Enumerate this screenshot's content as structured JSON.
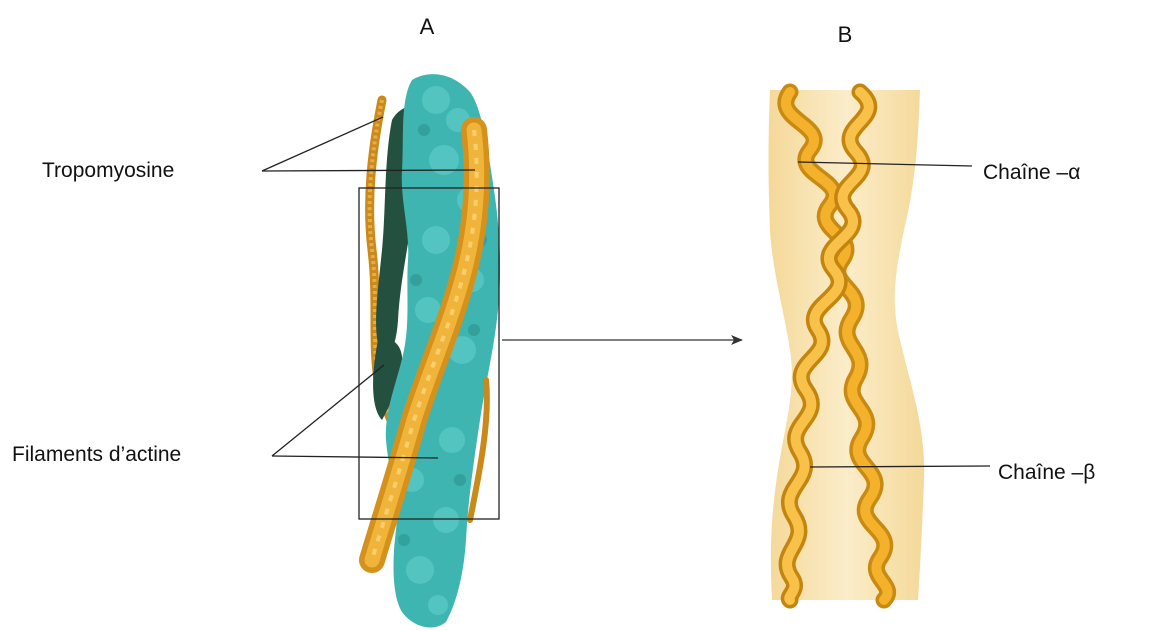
{
  "panels": {
    "a": {
      "letter": "A"
    },
    "b": {
      "letter": "B"
    }
  },
  "labels": {
    "tropomyosin": "Tropomyosine",
    "actin_filaments": "Filaments d’actine",
    "chain_alpha": "Chaîne –α",
    "chain_beta": "Chaîne –β"
  },
  "colors": {
    "actin": "#3fb5b1",
    "actin_dark": "#1f4f3f",
    "tropomyosin": "#e9a92a",
    "tropomyosin_dark": "#c08316",
    "envelope": "#f7dfa6",
    "frame": "#222222"
  }
}
